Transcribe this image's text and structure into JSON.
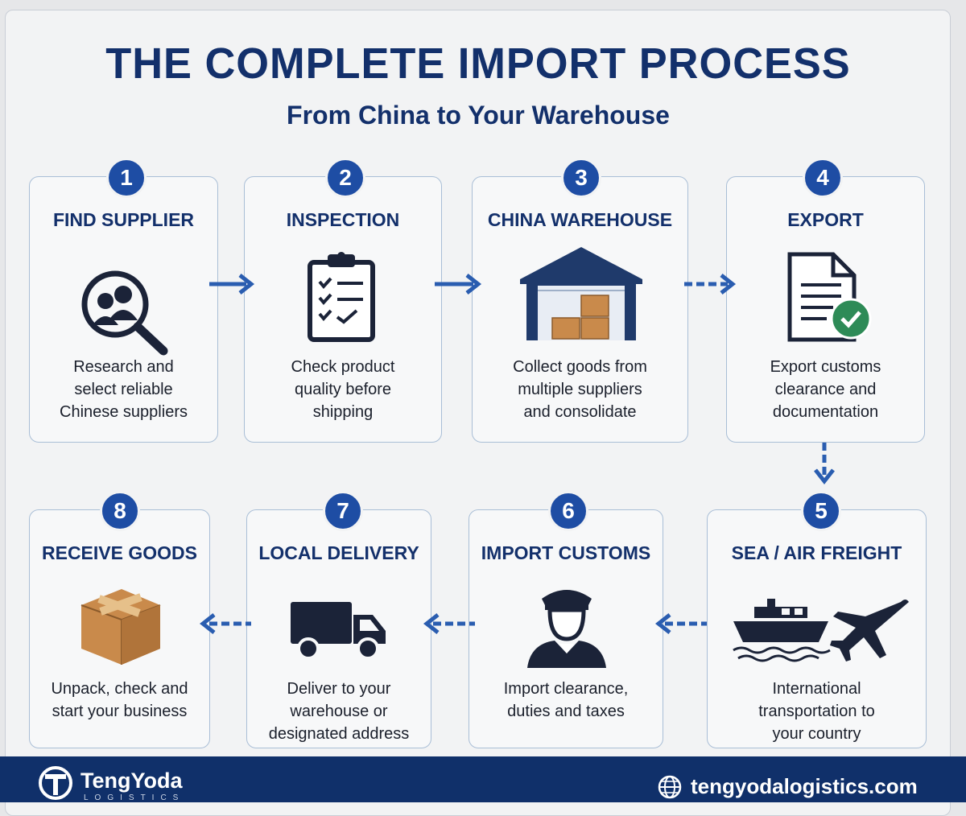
{
  "header": {
    "title": "THE COMPLETE IMPORT PROCESS",
    "subtitle": "From China to Your Warehouse"
  },
  "steps": [
    {
      "number": "1",
      "title": "FIND SUPPLIER",
      "description_lines": [
        "Research and",
        "select reliable",
        "Chinese suppliers"
      ],
      "icon": "supplier-search-icon"
    },
    {
      "number": "2",
      "title": "INSPECTION",
      "description_lines": [
        "Check product",
        "quality before",
        "shipping"
      ],
      "icon": "clipboard-checklist-icon"
    },
    {
      "number": "3",
      "title": "CHINA WAREHOUSE",
      "description_lines": [
        "Collect goods from",
        "multiple suppliers",
        "and consolidate"
      ],
      "icon": "warehouse-icon"
    },
    {
      "number": "4",
      "title": "EXPORT",
      "description_lines": [
        "Export customs",
        "clearance and",
        "documentation"
      ],
      "icon": "document-check-icon"
    },
    {
      "number": "5",
      "title": "SEA / AIR FREIGHT",
      "description_lines": [
        "International",
        "transportation to",
        "your country"
      ],
      "icon": "ship-plane-icon"
    },
    {
      "number": "6",
      "title": "IMPORT CUSTOMS",
      "description_lines": [
        "Import clearance,",
        "duties and taxes"
      ],
      "icon": "customs-officer-icon"
    },
    {
      "number": "7",
      "title": "LOCAL DELIVERY",
      "description_lines": [
        "Deliver to your",
        "warehouse or",
        "designated address"
      ],
      "icon": "delivery-truck-icon"
    },
    {
      "number": "8",
      "title": "RECEIVE GOODS",
      "description_lines": [
        "Unpack, check and",
        "start your business"
      ],
      "icon": "cardboard-box-icon"
    }
  ],
  "footer": {
    "brand": "TengYoda",
    "brand_sub": "LOGISTICS",
    "website": "tengyodalogistics.com"
  },
  "colors": {
    "navy": "#13306b",
    "accent_blue": "#1e4da4",
    "arrow_blue": "#2a5db0",
    "card_border": "#a9bed6",
    "check_green": "#2e8b57",
    "box_brown": "#c98a4b"
  }
}
